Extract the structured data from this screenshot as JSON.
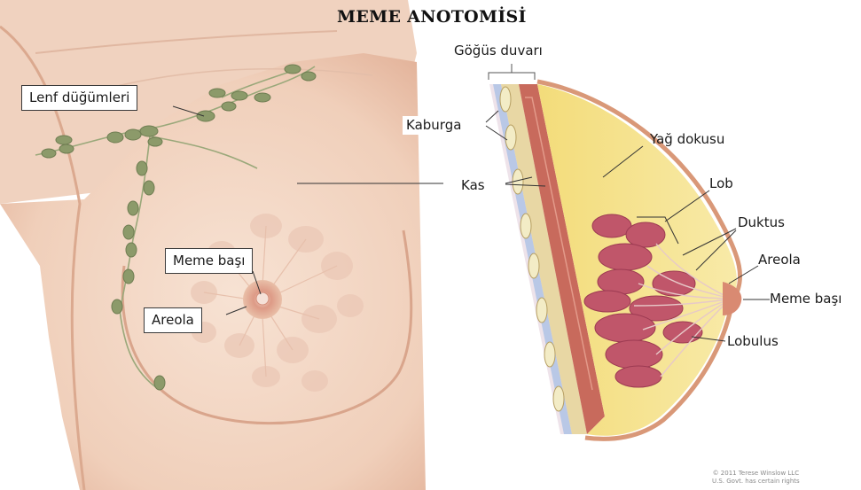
{
  "title": "MEME ANOTOMİSİ",
  "labels": {
    "lymph_nodes": "Lenf düğümleri",
    "nipple_left": "Meme başı",
    "areola_left": "Areola",
    "chest_wall": "Göğüs duvarı",
    "rib": "Kaburga",
    "muscle": "Kas",
    "fat_tissue": "Yağ dokusu",
    "lobe": "Lob",
    "duct": "Duktus",
    "areola_right": "Areola",
    "nipple_right": "Meme başı",
    "lobule": "Lobulus"
  },
  "copyright": {
    "line1": "© 2011 Terese Winslow LLC",
    "line2": "U.S. Govt. has certain rights"
  },
  "colors": {
    "skin": "#f3d7c4",
    "skin_shadow": "#e4b49c",
    "lymph_node": "#8c9a6a",
    "fat": "#f6e79a",
    "muscle": "#c86a5c",
    "lobule": "#c0566a",
    "areola": "#d98a72"
  }
}
